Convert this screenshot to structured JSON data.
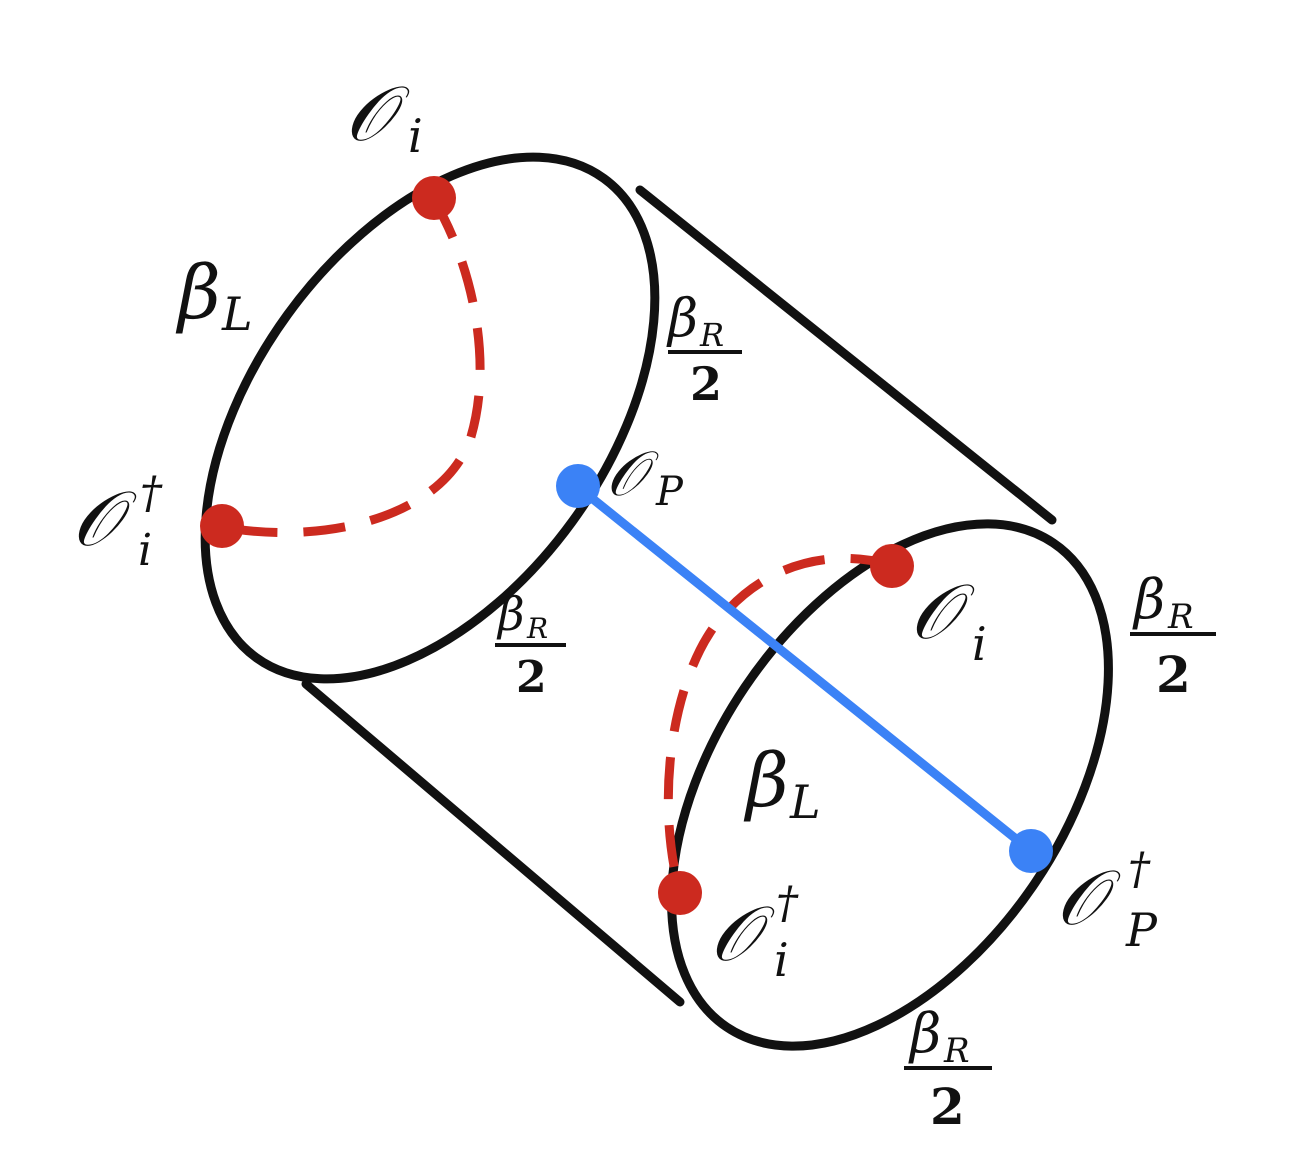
{
  "colors": {
    "outline": "#111111",
    "operator_insertion": "#cc2a1f",
    "probe_insertion": "#3b82f6",
    "background": "#ffffff"
  },
  "labels": {
    "O_i_top": {
      "base": "𝒪",
      "sub": "i"
    },
    "O_i_dag_left": {
      "base": "𝒪",
      "sup": "†",
      "sub": "i"
    },
    "O_P": {
      "base": "𝒪",
      "sub": "P"
    },
    "O_i_right": {
      "base": "𝒪",
      "sub": "i"
    },
    "O_i_dag_bottom": {
      "base": "𝒪",
      "sup": "†",
      "sub": "i"
    },
    "O_P_dag": {
      "base": "𝒪",
      "sup": "†",
      "sub": "P"
    },
    "beta_L_left": {
      "base": "β",
      "sub": "L"
    },
    "beta_L_right": {
      "base": "β",
      "sub": "L"
    },
    "beta_R_half": {
      "num_base": "β",
      "num_sub": "R",
      "den": "2"
    }
  }
}
